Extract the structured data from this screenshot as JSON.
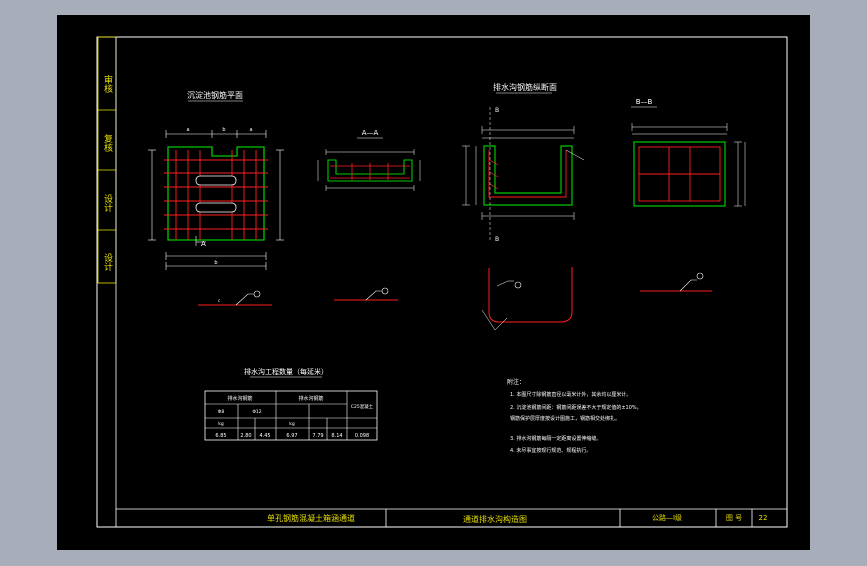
{
  "colors": {
    "background": "#a7adb9",
    "sheet": "#000000",
    "frame": "#ffffff",
    "sidebar": "#e8e000",
    "concrete": "#00c800",
    "rebar": "#ff2020",
    "dimension": "#ffffff",
    "title_text": "#e8e000"
  },
  "sidebar_labels": [
    "审核",
    "复核",
    "设计",
    "设计"
  ],
  "views": {
    "plan": "沉淀池钢筋平面",
    "section_aa": "A—A",
    "longitudinal": "排水沟钢筋纵断面",
    "section_bb": "B—B"
  },
  "table": {
    "title": "排水沟工程数量（每延米）",
    "header_group_1": "排水沟钢筋",
    "header_group_2": "排水沟钢筋",
    "header_last": "C25混凝土",
    "sub_1": "Φ8",
    "sub_2": "Φ12",
    "unit_1": "kg",
    "unit_2": "kg",
    "row": [
      "6.85",
      "2.80",
      "4.45",
      "6.97",
      "7.79",
      "8.14",
      "0.098"
    ]
  },
  "notes": {
    "title": "附注：",
    "items": [
      "1. 本图尺寸除钢筋直径以毫米计外，其余均以厘米计。",
      "2. 沉淀池钢筋间距：钢筋间距误差不大于规定值的±10%，",
      "   钢筋保护层厚度按设计图施工，钢筋相交处绑扎。",
      "3. 排水沟钢筋每隔一定距离设置伸缩缝。",
      "4. 未尽事宜按现行规范、规程执行。"
    ]
  },
  "title_block": {
    "project": "单孔钢筋混凝土箱涵通道",
    "drawing": "通道排水沟构造图",
    "code": "公路—Ⅰ级",
    "sheet_label": "图 号",
    "sheet_no": "22"
  },
  "dims": {
    "plan_top_1": "a",
    "plan_top_2": "b",
    "plan_top_3": "a",
    "plan_bottom": "b",
    "section_label": "A",
    "b_label": "B"
  }
}
